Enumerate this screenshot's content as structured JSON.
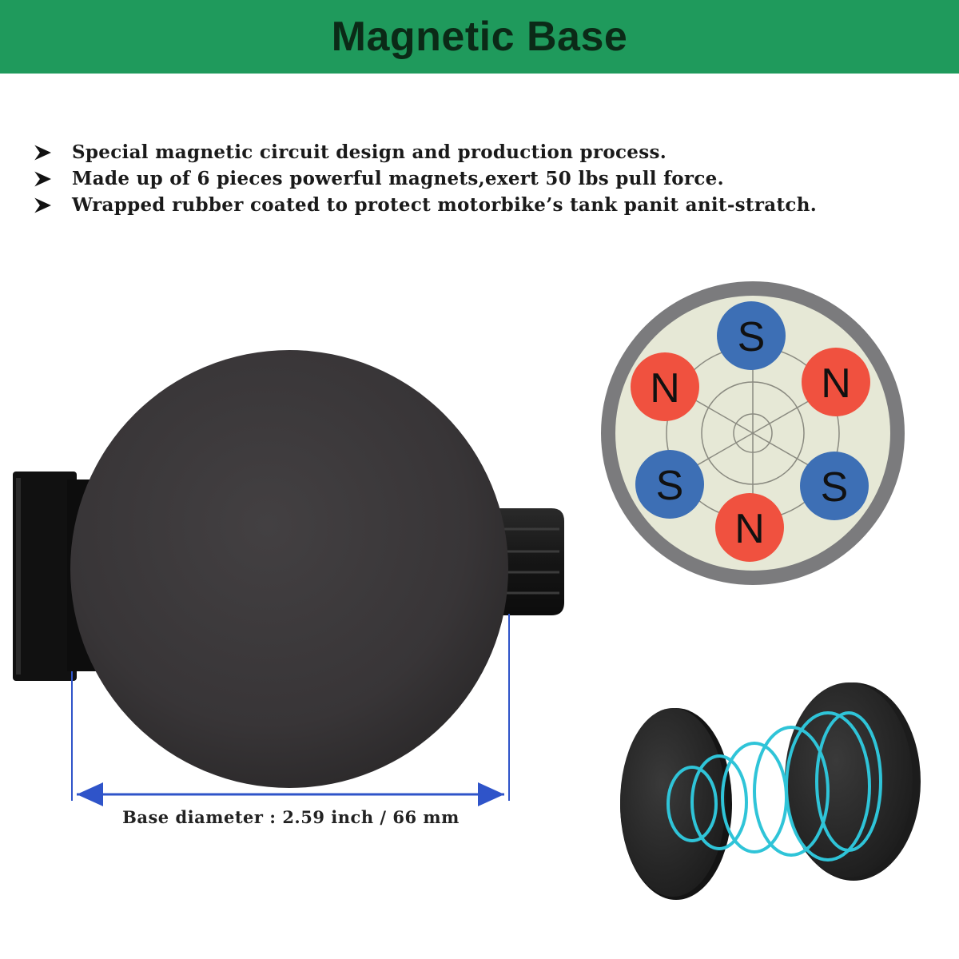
{
  "title": "Magnetic Base",
  "features": [
    "Special magnetic circuit design and production process.",
    "Made up of 6 pieces powerful magnets,exert 50 lbs pull force.",
    "Wrapped rubber coated to protect motorbike’s tank panit anit-stratch."
  ],
  "dimension_caption": "Base diameter : 2.59 inch / 66 mm",
  "magnet_diagram": {
    "poles": [
      {
        "label": "S",
        "color": "#3d6fb5"
      },
      {
        "label": "N",
        "color": "#f0513f"
      },
      {
        "label": "N",
        "color": "#f0513f"
      },
      {
        "label": "S",
        "color": "#3d6fb5"
      },
      {
        "label": "S",
        "color": "#3d6fb5"
      },
      {
        "label": "N",
        "color": "#f0513f"
      }
    ]
  },
  "colors": {
    "banner": "#1f9a5c",
    "title_text": "#0b2a17",
    "base": "#3a3739",
    "dimension_line": "#2f54c9",
    "magnetic_field": "#2fc4d8",
    "diagram_rim": "#7b7b7d",
    "diagram_face": "#e6e8d6"
  },
  "icons": {
    "bullet": "arrowhead-bullet-icon"
  }
}
